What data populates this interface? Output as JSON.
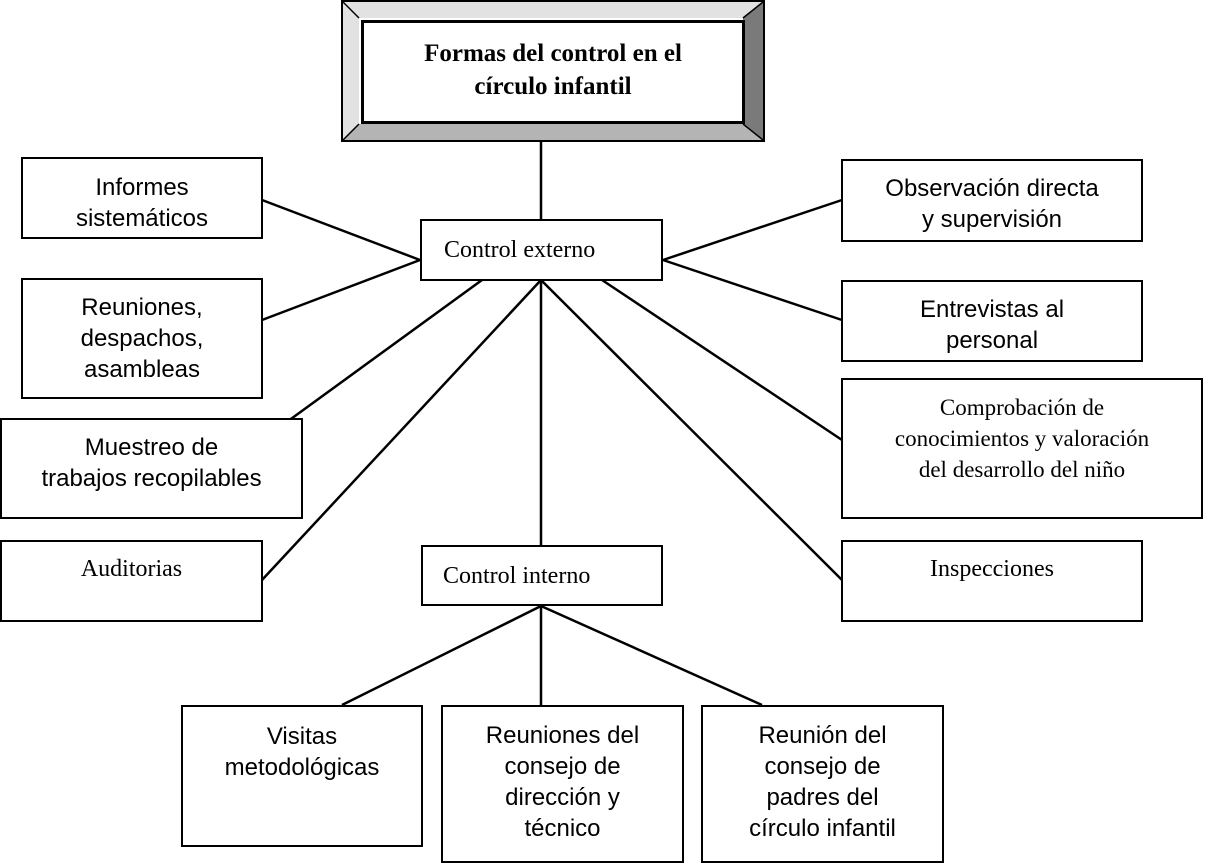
{
  "diagram": {
    "title": "Formas del control en el\ncírculo infantil",
    "nodes": {
      "control_externo": "Control externo",
      "control_interno": "Control interno",
      "informes": "Informes\nsistemáticos",
      "reuniones": "Reuniones,\ndespachos,\nasambleas",
      "muestreo": "Muestreo de\ntrabajos recopilables",
      "auditorias": "Auditorias",
      "observacion": "Observación directa\ny supervisión",
      "entrevistas": "Entrevistas al\npersonal",
      "comprobacion": "Comprobación de\nconocimientos y valoración\ndel desarrollo del niño",
      "inspecciones": "Inspecciones",
      "visitas": "Visitas\nmetodológicas",
      "reuniones_consejo": "Reuniones del\nconsejo de\ndirección y\ntécnico",
      "reunion_padres": "Reunión del\nconsejo de\npadres del\ncírculo infantil"
    },
    "colors": {
      "line": "#000000",
      "bevel_dark": "#7a7a7a",
      "bevel_mid": "#b4b4b4",
      "bevel_light": "#e2e2e2"
    }
  }
}
